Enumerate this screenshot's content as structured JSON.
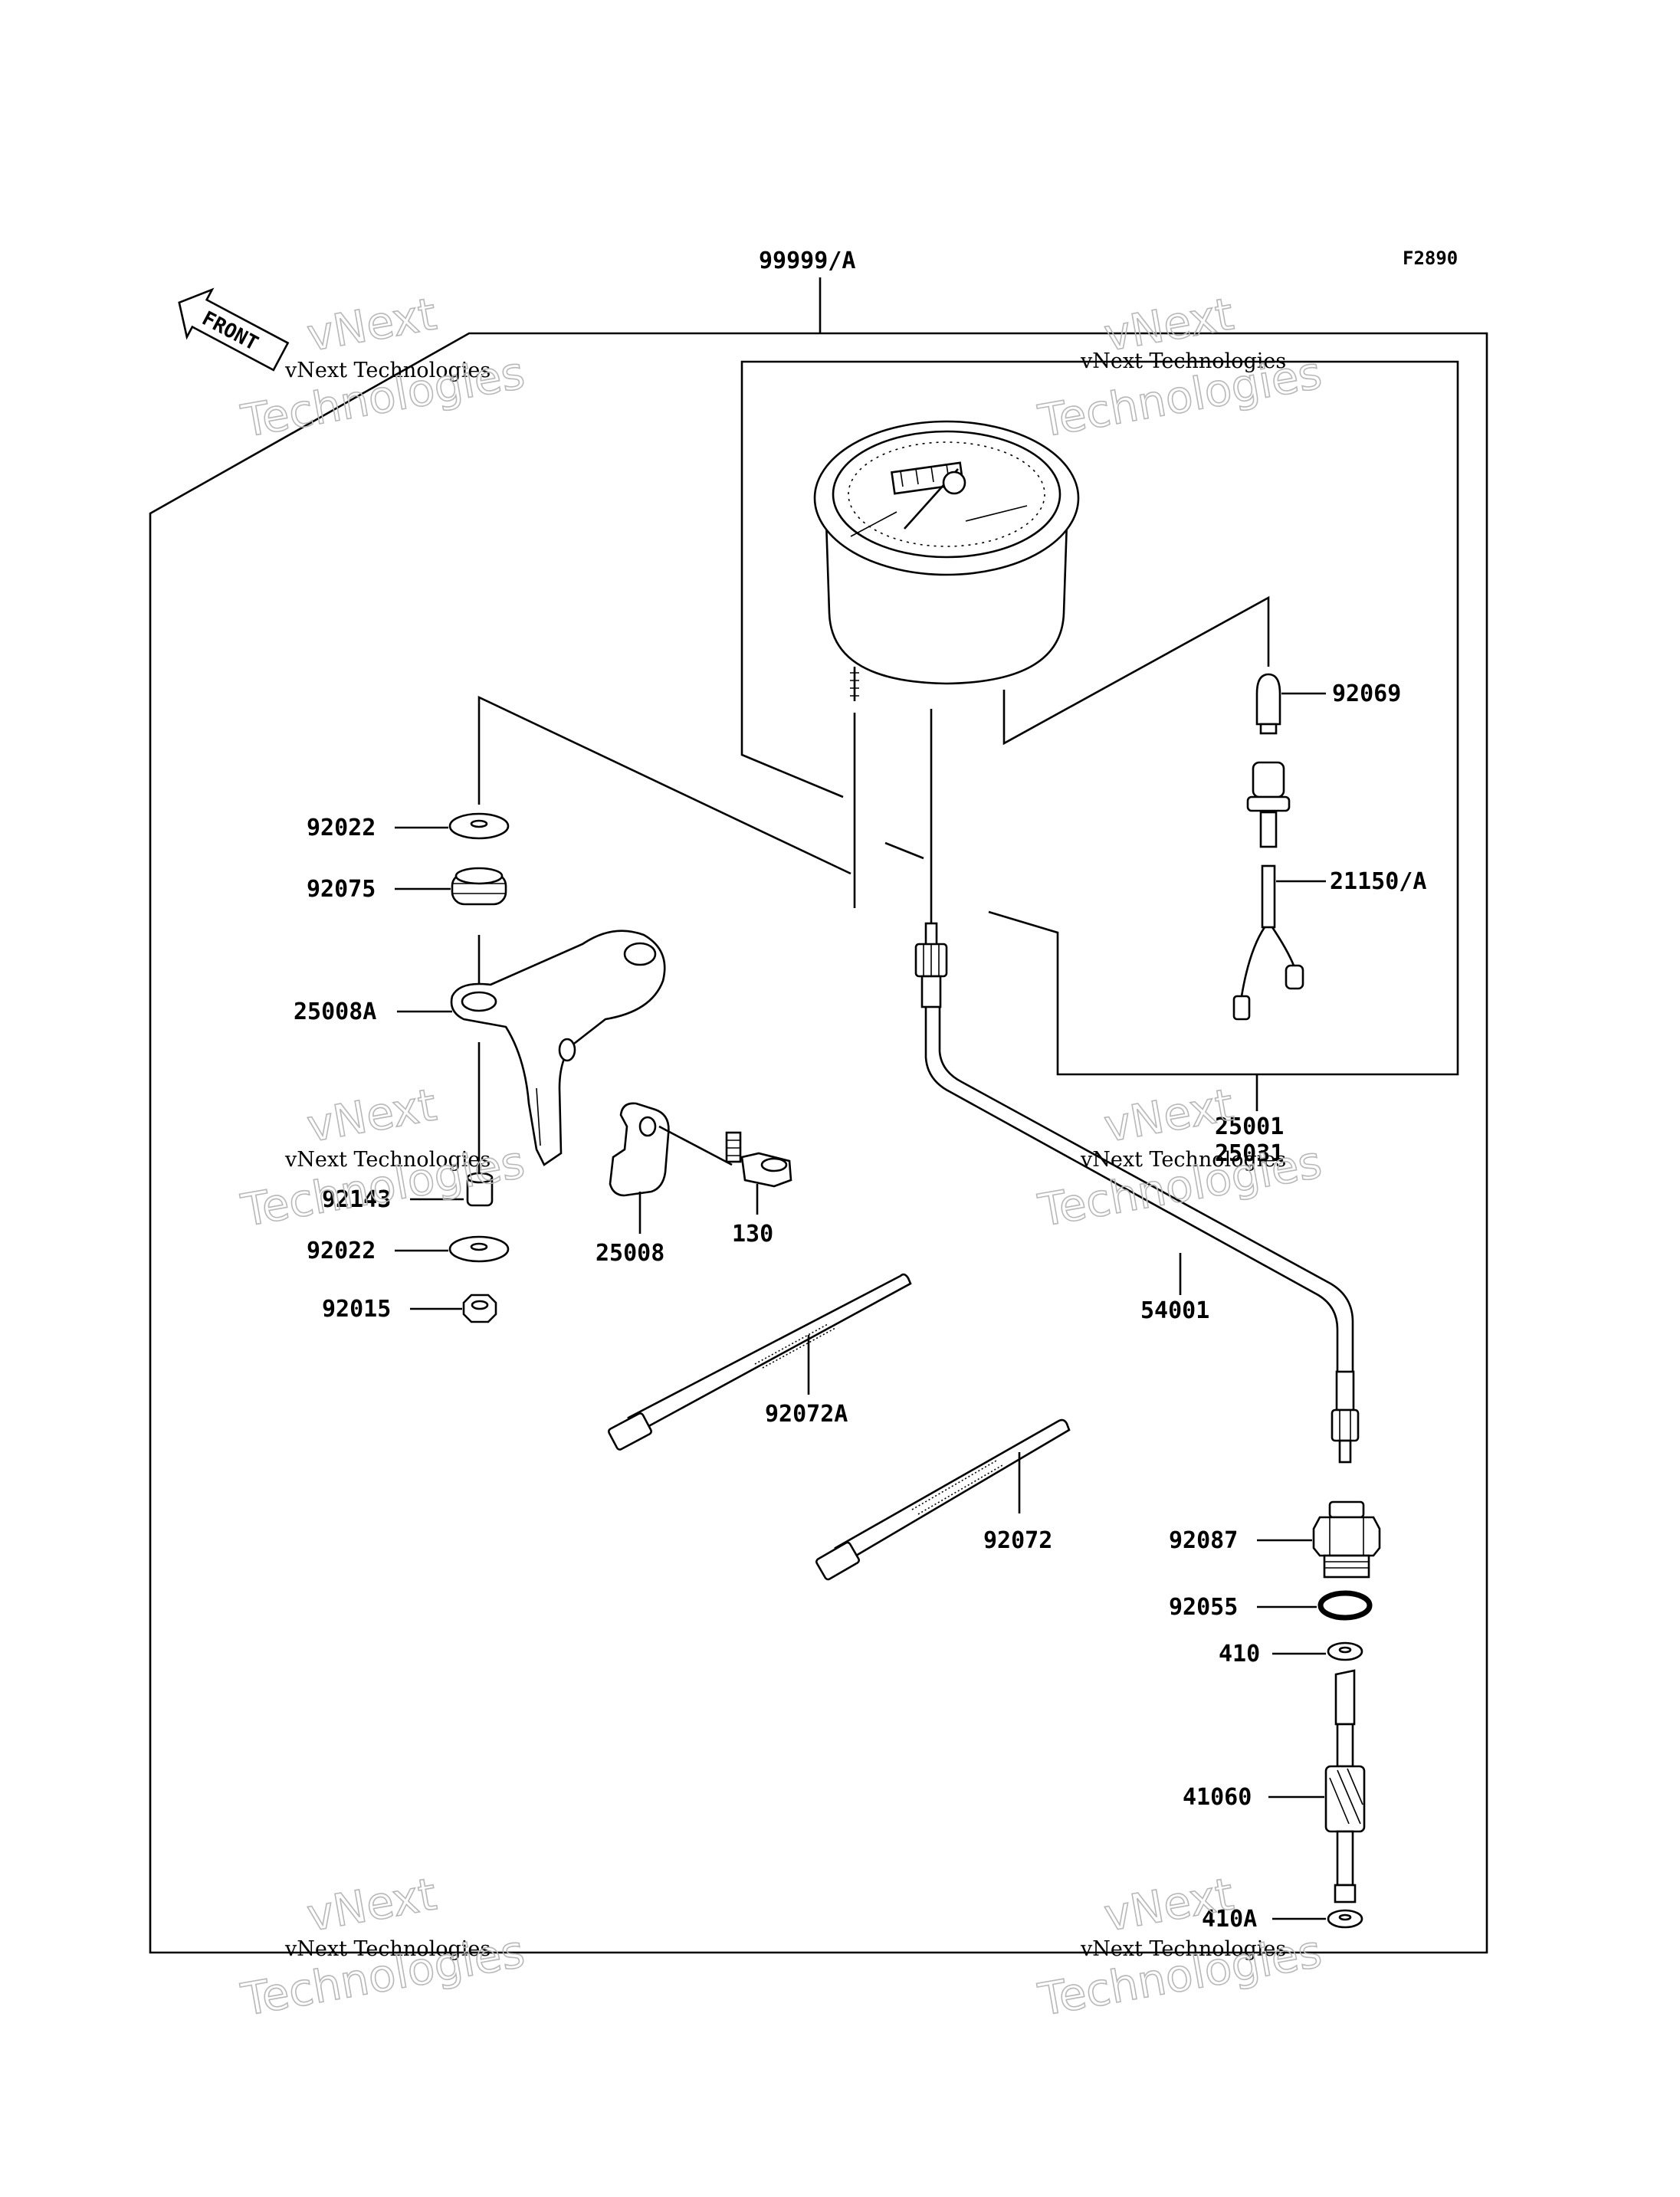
{
  "diagram": {
    "figure_code": "F2890",
    "front_label": "FRONT",
    "assembly_label": "99999/A",
    "parts": {
      "p92069": "92069",
      "p21150a": "21150/A",
      "p92022_top": "92022",
      "p92075": "92075",
      "p25008a": "25008A",
      "p92143": "92143",
      "p92022_bottom": "92022",
      "p92015": "92015",
      "p25008": "25008",
      "p130": "130",
      "p25001": "25001",
      "p25031": "25031",
      "p54001": "54001",
      "p92072a": "92072A",
      "p92072": "92072",
      "p92087": "92087",
      "p92055": "92055",
      "p410": "410",
      "p41060": "41060",
      "p410a": "410A"
    }
  },
  "watermark": {
    "line1": "vNext Technologies",
    "line2": "vNext",
    "line3": "Technologies"
  }
}
